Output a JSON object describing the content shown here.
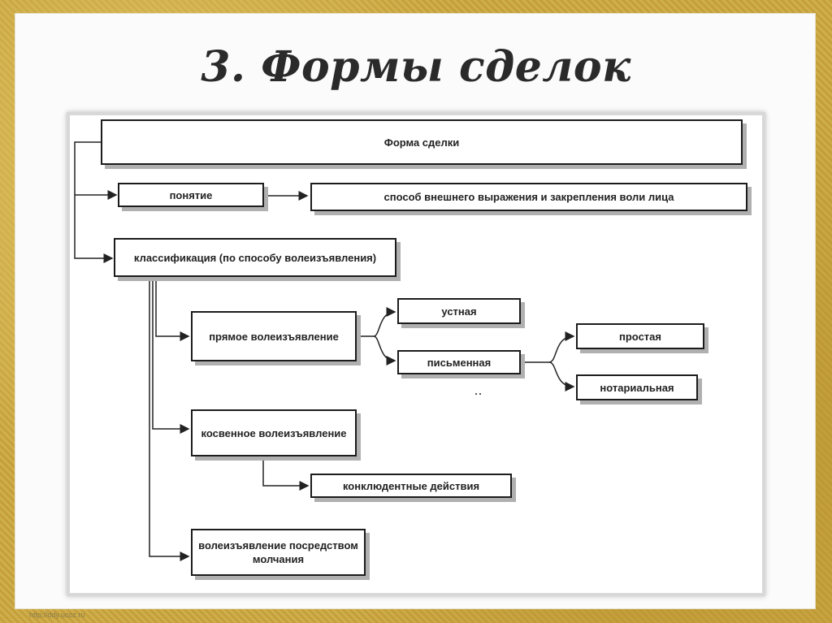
{
  "title": "3. Формы сделок",
  "boxes": {
    "root": "Форма сделки",
    "concept": "понятие",
    "concept_def": "способ внешнего выражения и закрепления воли лица",
    "classification": "классификация (по способу волеизъявления)",
    "direct": "прямое волеизъявление",
    "oral": "устная",
    "written": "письменная",
    "simple": "простая",
    "notarial": "нотариальная",
    "indirect": "косвенное волеизъявление",
    "conclusive": "конклюдентные действия",
    "silence": "волеизъявление посредством молчания"
  },
  "watermark": "http://ddy.ucoz.ru"
}
